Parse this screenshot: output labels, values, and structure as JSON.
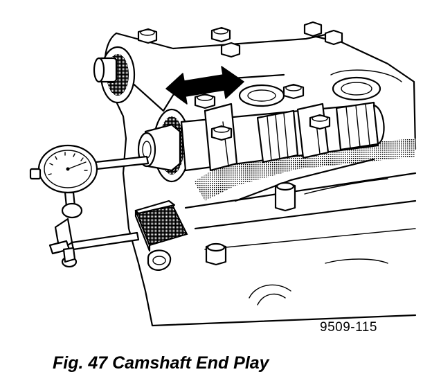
{
  "figure": {
    "number_label": "9509-115",
    "caption": "Fig. 47 Camshaft End Play"
  },
  "icons": {
    "arrow": "double-headed-arrow",
    "gauge": "dial-indicator"
  },
  "colors": {
    "line": "#000000",
    "background": "#ffffff",
    "shading": "#a8a8a8"
  }
}
